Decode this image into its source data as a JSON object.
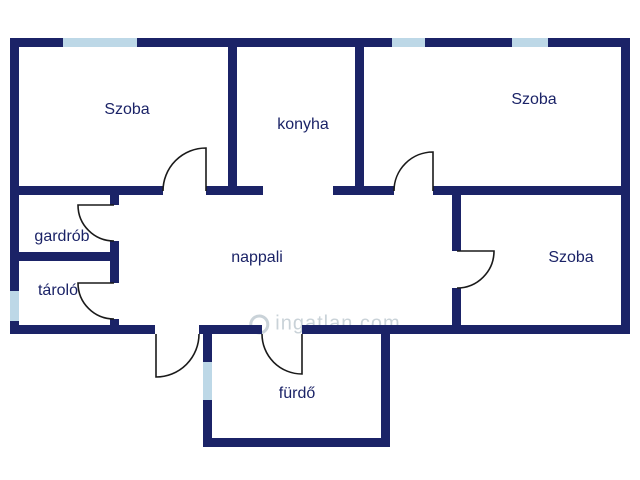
{
  "colors": {
    "wall": "#1b2367",
    "window": "#bdd8e7",
    "label": "#1b2367",
    "door_line": "#1a1a1a",
    "watermark": "#9eafb9"
  },
  "rooms": [
    {
      "id": "szoba-top-left",
      "label": "Szoba"
    },
    {
      "id": "konyha",
      "label": "konyha"
    },
    {
      "id": "szoba-top-right",
      "label": "Szoba"
    },
    {
      "id": "gardrob",
      "label": "gardrób"
    },
    {
      "id": "tarolo",
      "label": "tároló"
    },
    {
      "id": "nappali",
      "label": "nappali"
    },
    {
      "id": "szoba-right",
      "label": "Szoba"
    },
    {
      "id": "furdo",
      "label": "fürdő"
    }
  ],
  "watermark": {
    "text": "ingatlan.com"
  }
}
